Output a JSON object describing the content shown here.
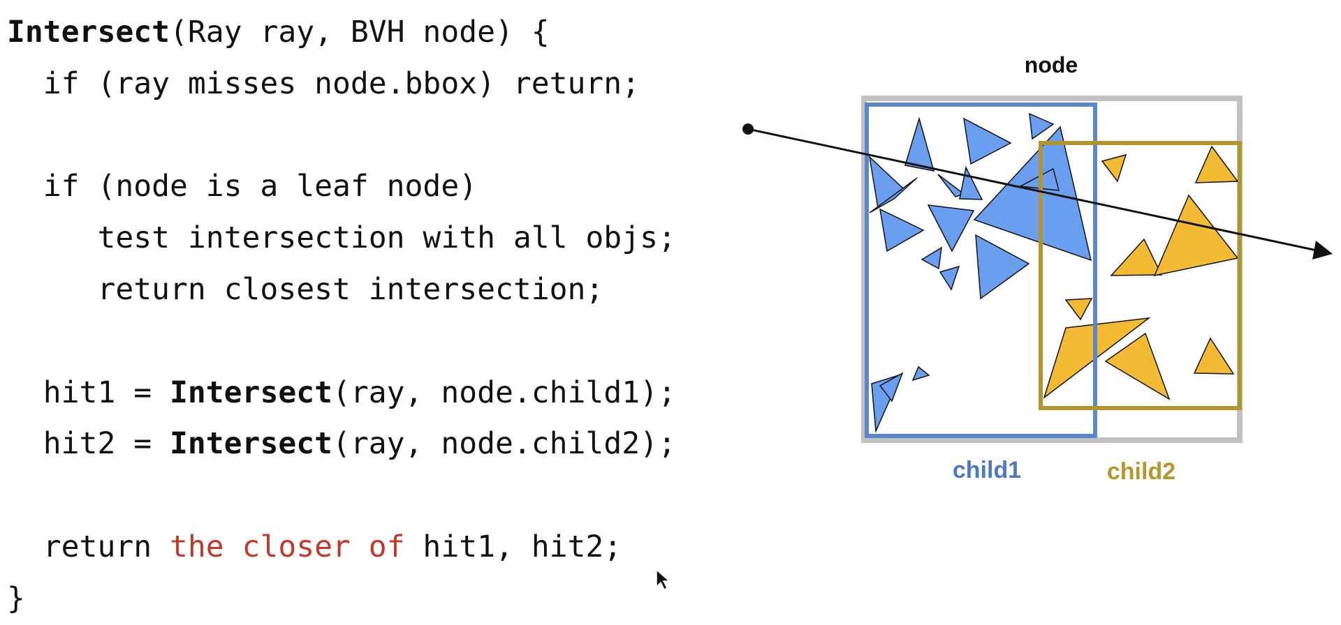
{
  "code": {
    "fn_name": "Intersect",
    "signature_rest": "(Ray ray, BVH node) {",
    "line_bbox": "  if (ray misses node.bbox) return;",
    "line_leaf": "  if (node is a leaf node)",
    "line_test": "     test intersection with all objs;",
    "line_closest": "     return closest intersection;",
    "hit1_prefix": "  hit1 = ",
    "hit1_call": "Intersect",
    "hit1_rest": "(ray, node.child1);",
    "hit2_prefix": "  hit2 = ",
    "hit2_call": "Intersect",
    "hit2_rest": "(ray, node.child2);",
    "return_prefix": "  return ",
    "return_highlight": "the closer of",
    "return_rest": " hit1, hit2;",
    "close_brace": "}"
  },
  "diagram": {
    "node_label": "node",
    "child1_label": "child1",
    "child2_label": "child2",
    "colors": {
      "node_box": "#c2c2c2",
      "child1_box": "#5b86c9",
      "child2_box": "#b39530",
      "child1_label": "#4f78c2",
      "child2_label": "#b8962e",
      "blue_fill": "#6a9ff0",
      "yellow_fill": "#f2bb33",
      "highlight_text": "#c0392b"
    }
  }
}
